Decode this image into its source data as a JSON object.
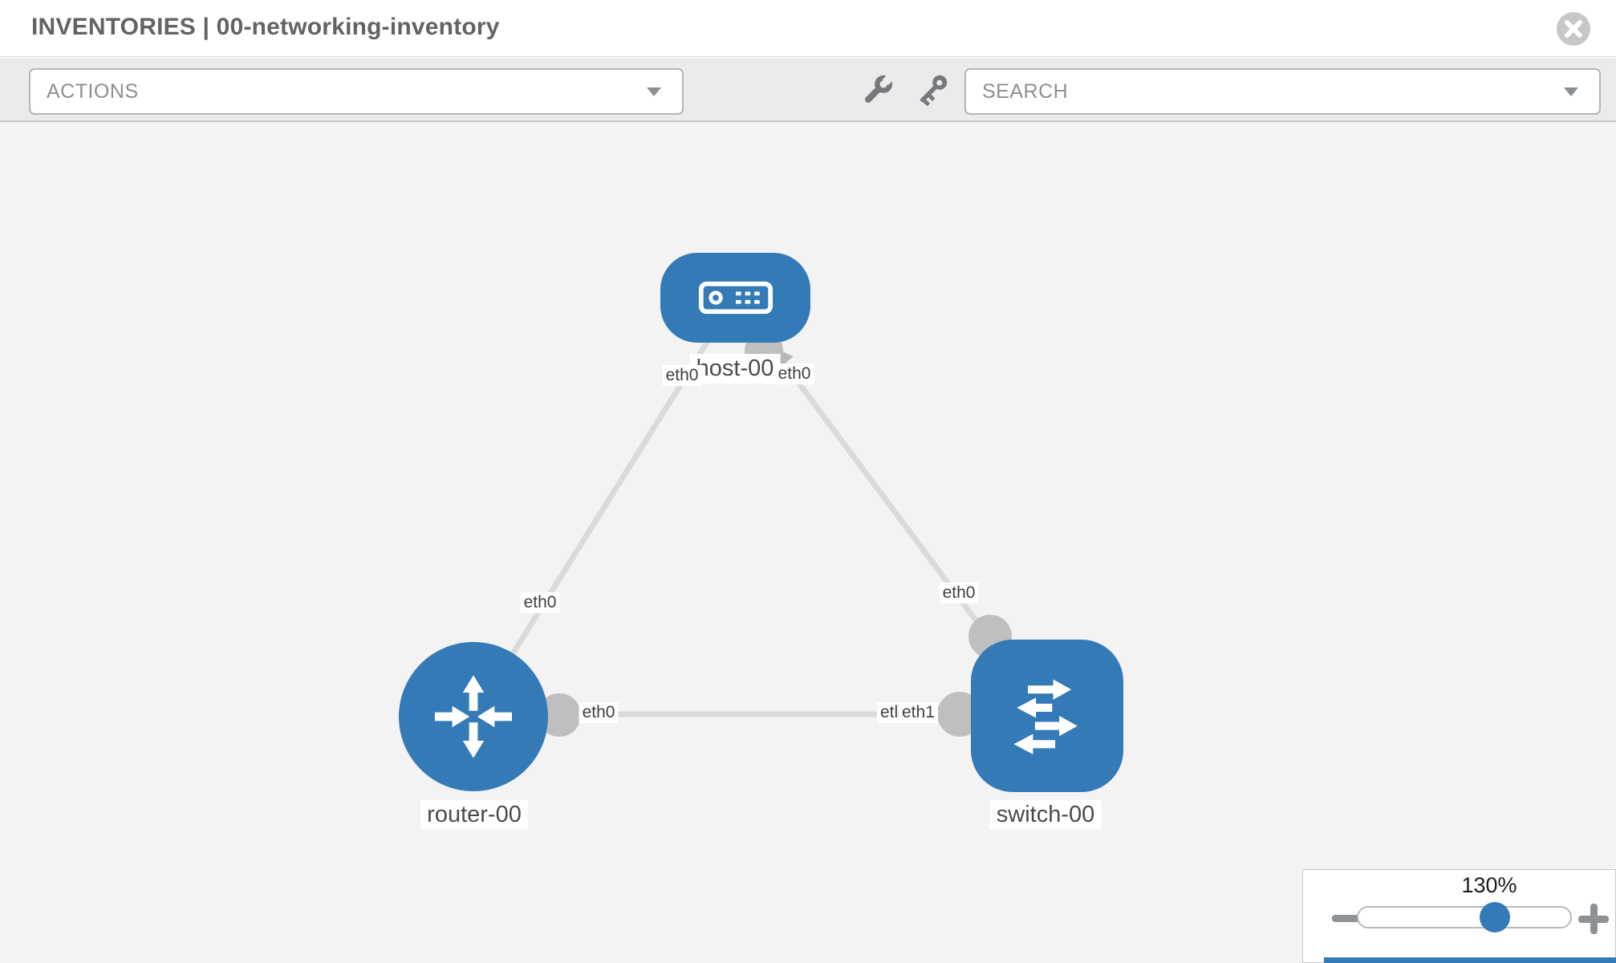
{
  "header": {
    "title": "INVENTORIES | 00-networking-inventory"
  },
  "toolbar": {
    "actions_label": "ACTIONS",
    "search_label": "SEARCH"
  },
  "topology": {
    "nodes": [
      {
        "label": "host-00",
        "type": "host"
      },
      {
        "label": "router-00",
        "type": "router"
      },
      {
        "label": "switch-00",
        "type": "switch"
      }
    ],
    "links": [
      {
        "from": "host-00",
        "to": "router-00",
        "from_interface": "eth0",
        "to_interface": "eth0"
      },
      {
        "from": "host-00",
        "to": "switch-00",
        "from_interface": "eth0",
        "to_interface": "eth0"
      },
      {
        "from": "router-00",
        "to": "switch-00",
        "from_interface": "eth0",
        "to_interface": "eth1",
        "to_interface_overlap_fragment": "etl"
      }
    ]
  },
  "zoom": {
    "level": "130%"
  },
  "icons": {
    "close": "x-circle-icon",
    "wrench": "wrench-icon",
    "key": "key-icon",
    "actions_caret": "chevron-down-icon",
    "search_caret": "chevron-down-icon",
    "zoom_out": "minus-icon",
    "zoom_in": "plus-icon",
    "host_glyph": "server-icon",
    "router_glyph": "router-arrows-icon",
    "switch_glyph": "switch-arrows-icon"
  },
  "colors": {
    "node_blue": "#337ab7",
    "canvas_bg": "#f3f3f3",
    "toolbar_bg": "#ebebeb",
    "link_gray": "#dadada",
    "connector_gray": "#bfbfbf"
  }
}
